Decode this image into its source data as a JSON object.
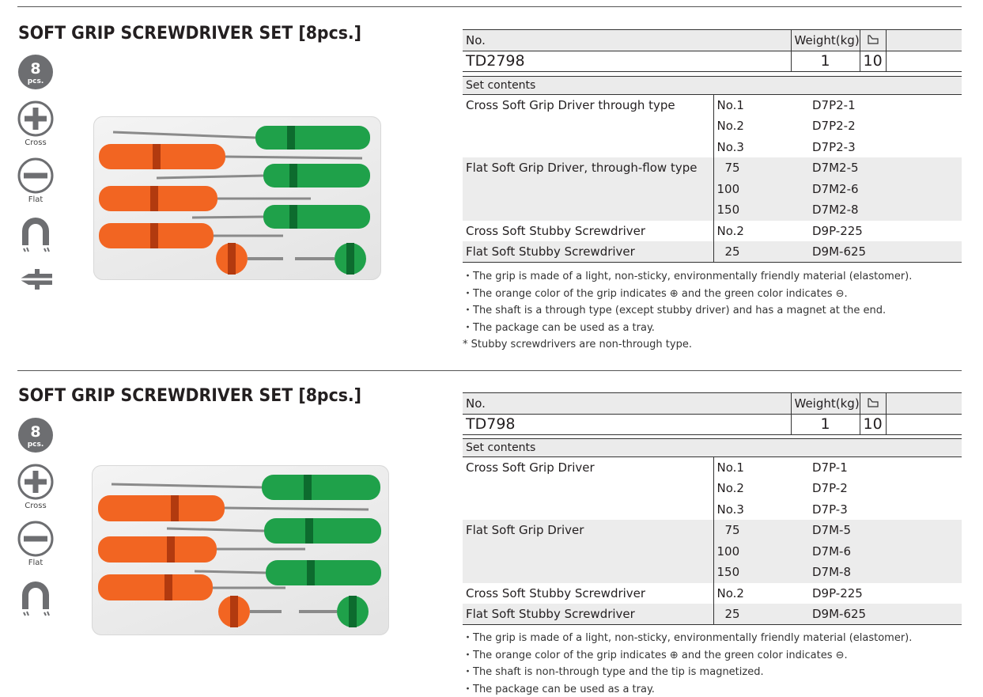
{
  "sections": [
    {
      "title": "SOFT GRIP SCREWDRIVER SET [8pcs.]",
      "badge_number": "8",
      "badge_unit": "pcs.",
      "icons": [
        {
          "name": "cross-icon",
          "label": "Cross"
        },
        {
          "name": "flat-icon",
          "label": "Flat"
        },
        {
          "name": "magnet-icon",
          "label": ""
        },
        {
          "name": "through-type-icon",
          "label": ""
        }
      ],
      "header": {
        "no_label": "No.",
        "weight_label": "Weight(kg)",
        "qty_icon": "box-quantity-icon",
        "no_value": "TD2798",
        "weight_value": "1",
        "qty_value": "10"
      },
      "contents_label": "Set contents",
      "rows": [
        {
          "name": "Cross Soft Grip Driver through type",
          "size": "No.1",
          "code": "D7P2-1"
        },
        {
          "name": "",
          "size": "No.2",
          "code": "D7P2-2"
        },
        {
          "name": "",
          "size": "No.3",
          "code": "D7P2-3"
        },
        {
          "name": "Flat Soft Grip Driver, through-flow type",
          "size": " 75",
          "code": "D7M2-5"
        },
        {
          "name": "",
          "size": "100",
          "code": "D7M2-6"
        },
        {
          "name": "",
          "size": "150",
          "code": "D7M2-8"
        },
        {
          "name": "Cross Soft Stubby Screwdriver",
          "size": "No.2",
          "code": "D9P-225"
        },
        {
          "name": "Flat Soft Stubby Screwdriver",
          "size": " 25",
          "code": "D9M-625"
        }
      ],
      "notes": [
        "・The grip is made of a light, non-sticky, environmentally friendly material (elastomer).",
        "・The orange color of the grip indicates ⊕ and the green color indicates ⊖.",
        "・The shaft is a through type (except stubby driver) and has a magnet at the end.",
        "・The package can be used as a tray.",
        "* Stubby screwdrivers are non-through type."
      ]
    },
    {
      "title": "SOFT GRIP SCREWDRIVER SET [8pcs.]",
      "badge_number": "8",
      "badge_unit": "pcs.",
      "icons": [
        {
          "name": "cross-icon",
          "label": "Cross"
        },
        {
          "name": "flat-icon",
          "label": "Flat"
        },
        {
          "name": "magnet-icon",
          "label": ""
        }
      ],
      "header": {
        "no_label": "No.",
        "weight_label": "Weight(kg)",
        "qty_icon": "box-quantity-icon",
        "no_value": "TD798",
        "weight_value": "1",
        "qty_value": "10"
      },
      "contents_label": "Set contents",
      "rows": [
        {
          "name": "Cross Soft Grip Driver",
          "size": "No.1",
          "code": "D7P-1"
        },
        {
          "name": "",
          "size": "No.2",
          "code": "D7P-2"
        },
        {
          "name": "",
          "size": "No.3",
          "code": "D7P-3"
        },
        {
          "name": "Flat Soft Grip Driver",
          "size": " 75",
          "code": "D7M-5"
        },
        {
          "name": "",
          "size": "100",
          "code": "D7M-6"
        },
        {
          "name": "",
          "size": "150",
          "code": "D7M-8"
        },
        {
          "name": "Cross Soft Stubby Screwdriver",
          "size": "No.2",
          "code": "D9P-225"
        },
        {
          "name": "Flat Soft Stubby Screwdriver",
          "size": " 25",
          "code": "D9M-625"
        }
      ],
      "notes": [
        "・The grip is made of a light, non-sticky, environmentally friendly material (elastomer).",
        "・The orange color of the grip indicates ⊕ and the green color indicates ⊖.",
        "・The shaft is non-through type and the tip is magnetized.",
        "・The package can be used as a tray."
      ]
    }
  ],
  "colors": {
    "orange_grip": "#f26522",
    "green_grip": "#1fa14a",
    "icon_gray": "#6d6e71",
    "table_shade": "#ebebeb"
  }
}
